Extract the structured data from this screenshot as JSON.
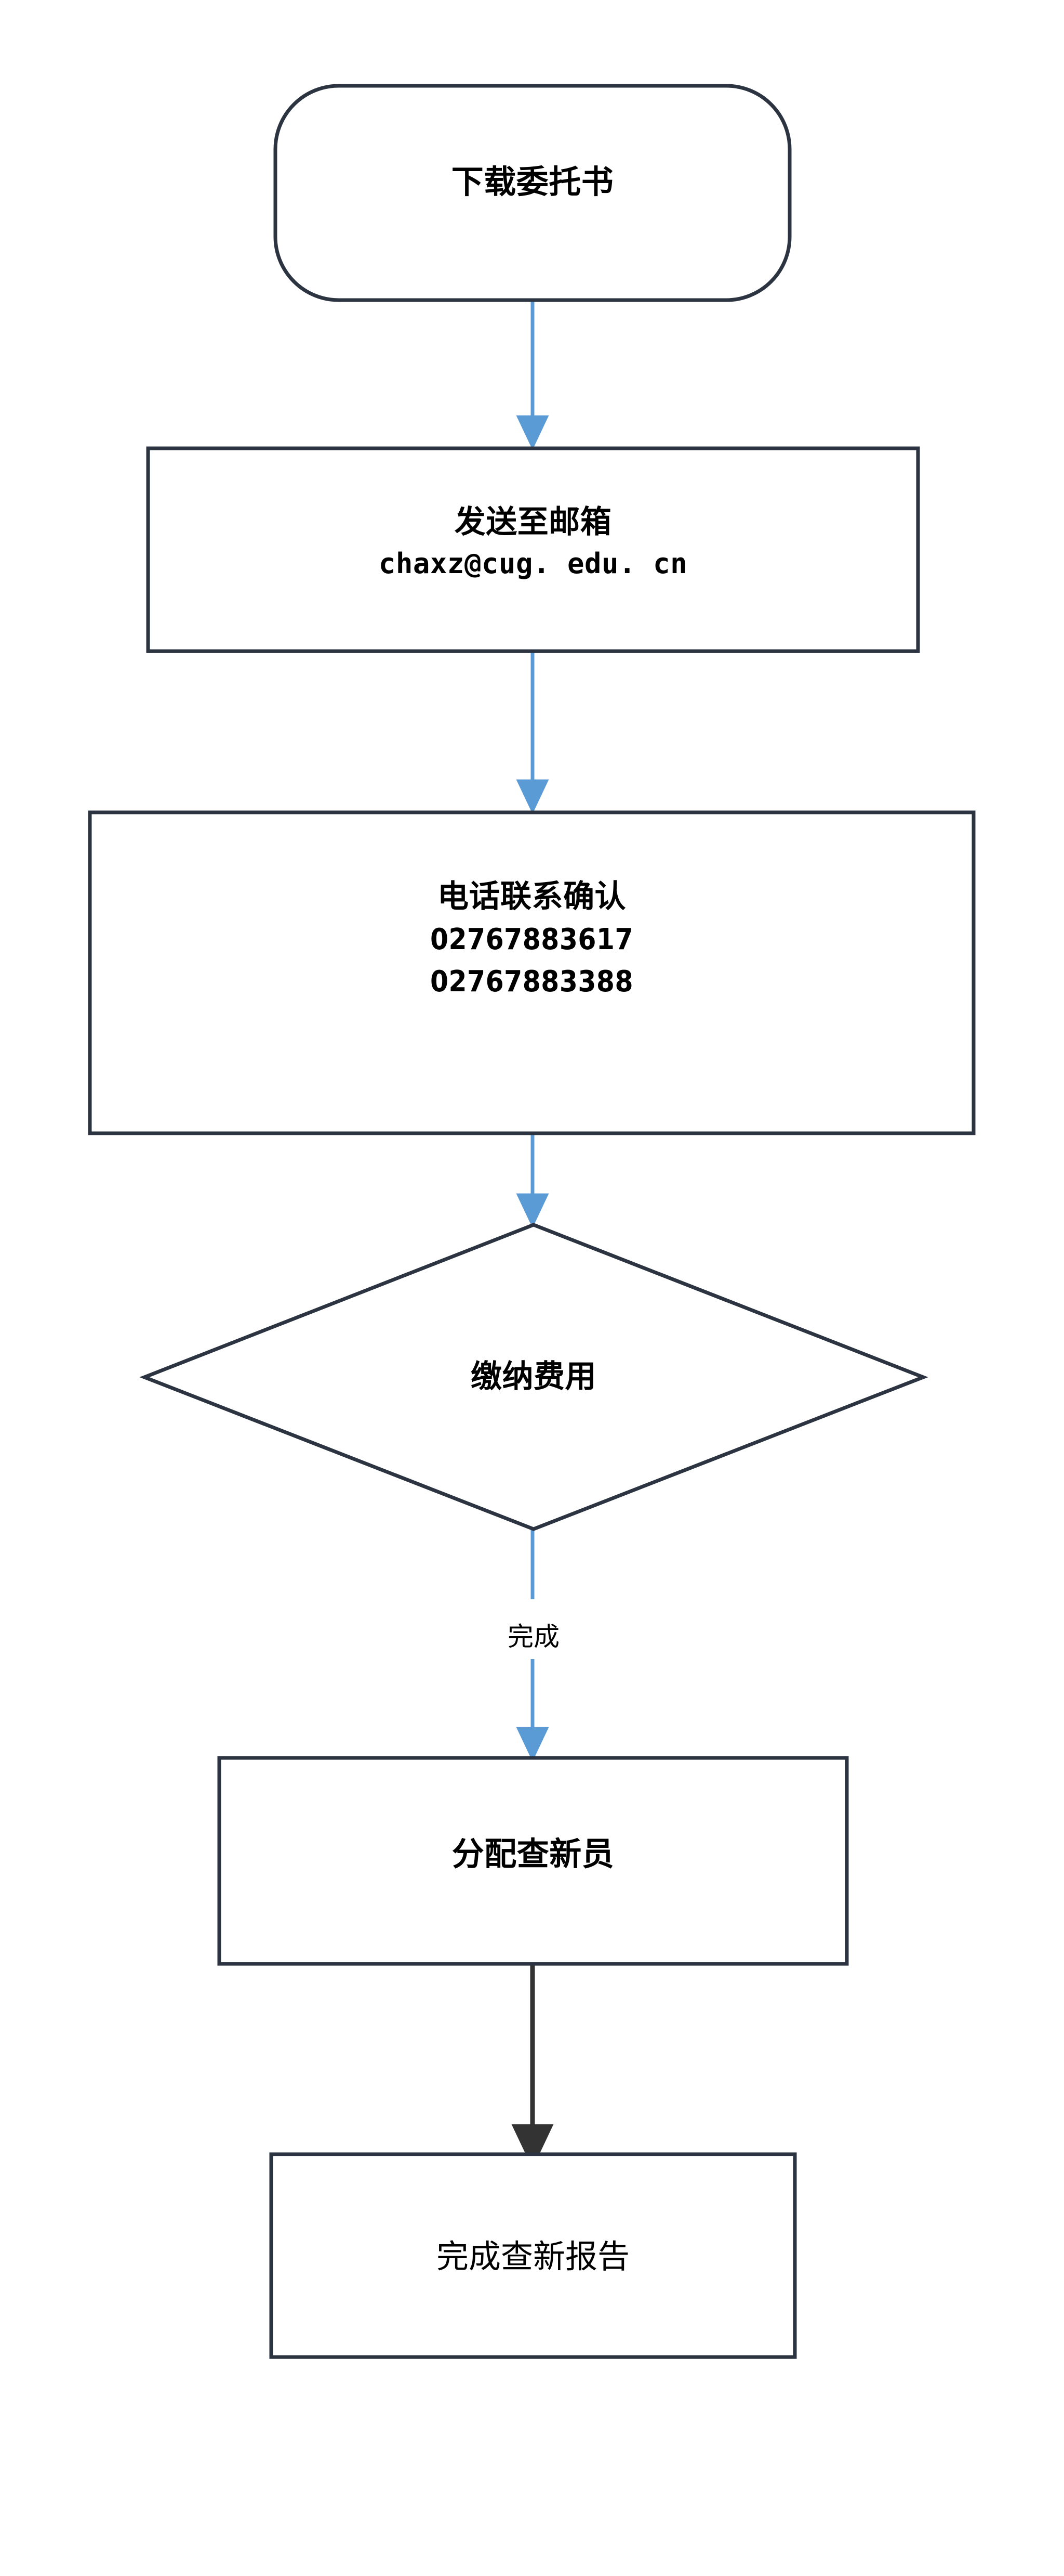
{
  "diagram": {
    "type": "flowchart",
    "orientation": "top-to-bottom",
    "background_color": "#FFFFFF",
    "shape_border_color": "#2B3440",
    "shape_fill_color": "#FFFFFF",
    "arrow_color_primary": "#5B9BD5",
    "arrow_color_final": "#333333",
    "nodes": [
      {
        "id": "download",
        "shape": "rounded-rectangle",
        "lines": [
          "下载委托书"
        ],
        "label": "下载委托书"
      },
      {
        "id": "email",
        "shape": "rectangle",
        "lines": [
          "发送至邮箱",
          "chaxz@cug. edu. cn"
        ],
        "label": "发送至邮箱",
        "detail": "chaxz@cug. edu. cn"
      },
      {
        "id": "phone",
        "shape": "rectangle",
        "lines": [
          "电话联系确认",
          "02767883617",
          "02767883388"
        ],
        "label": "电话联系确认",
        "phone1": "02767883617",
        "phone2": "02767883388"
      },
      {
        "id": "fee",
        "shape": "diamond",
        "lines": [
          "缴纳费用"
        ],
        "label": "缴纳费用"
      },
      {
        "id": "assign",
        "shape": "rectangle",
        "lines": [
          "分配查新员"
        ],
        "label": "分配查新员"
      },
      {
        "id": "report",
        "shape": "rectangle",
        "lines": [
          "完成查新报告"
        ],
        "label": "完成查新报告"
      }
    ],
    "edges": [
      {
        "from": "download",
        "to": "email",
        "label": "",
        "color": "#5B9BD5"
      },
      {
        "from": "email",
        "to": "phone",
        "label": "",
        "color": "#5B9BD5"
      },
      {
        "from": "phone",
        "to": "fee",
        "label": "",
        "color": "#5B9BD5"
      },
      {
        "from": "fee",
        "to": "assign",
        "label": "完成",
        "color": "#5B9BD5"
      },
      {
        "from": "assign",
        "to": "report",
        "label": "",
        "color": "#333333"
      }
    ]
  }
}
